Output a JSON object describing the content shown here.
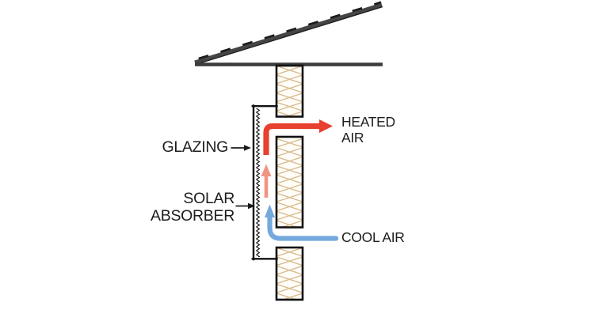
{
  "labels": {
    "glazing": {
      "text": "GLAZING"
    },
    "solar_absorber": {
      "line1": "SOLAR",
      "line2": "ABSORBER"
    },
    "heated_air": {
      "line1": "HEATED",
      "line2": "AIR"
    },
    "cool_air": {
      "text": "COOL AIR"
    }
  },
  "elements": [
    "roof",
    "eave-beam",
    "insulated-wall-top",
    "insulated-wall-middle",
    "insulated-wall-bottom",
    "glazing-panel",
    "solar-absorber-strip",
    "air-channel",
    "heated-air-flow",
    "rising-air-flow",
    "cool-air-flow"
  ],
  "colors": {
    "background": "#ffffff",
    "text": "#1d1d1d",
    "outline": "#121212",
    "pointer": "#1a1a1a",
    "roof": "#454545",
    "roof_shingle": "#1b1b1b",
    "eave": "#3c3c3c",
    "hatch": "#d9bc90",
    "wall_fill": "#fffdf8",
    "heated_arrow": "#e8402f",
    "rising_air": "#f09581",
    "cool_arrow": "#74a9dd"
  }
}
